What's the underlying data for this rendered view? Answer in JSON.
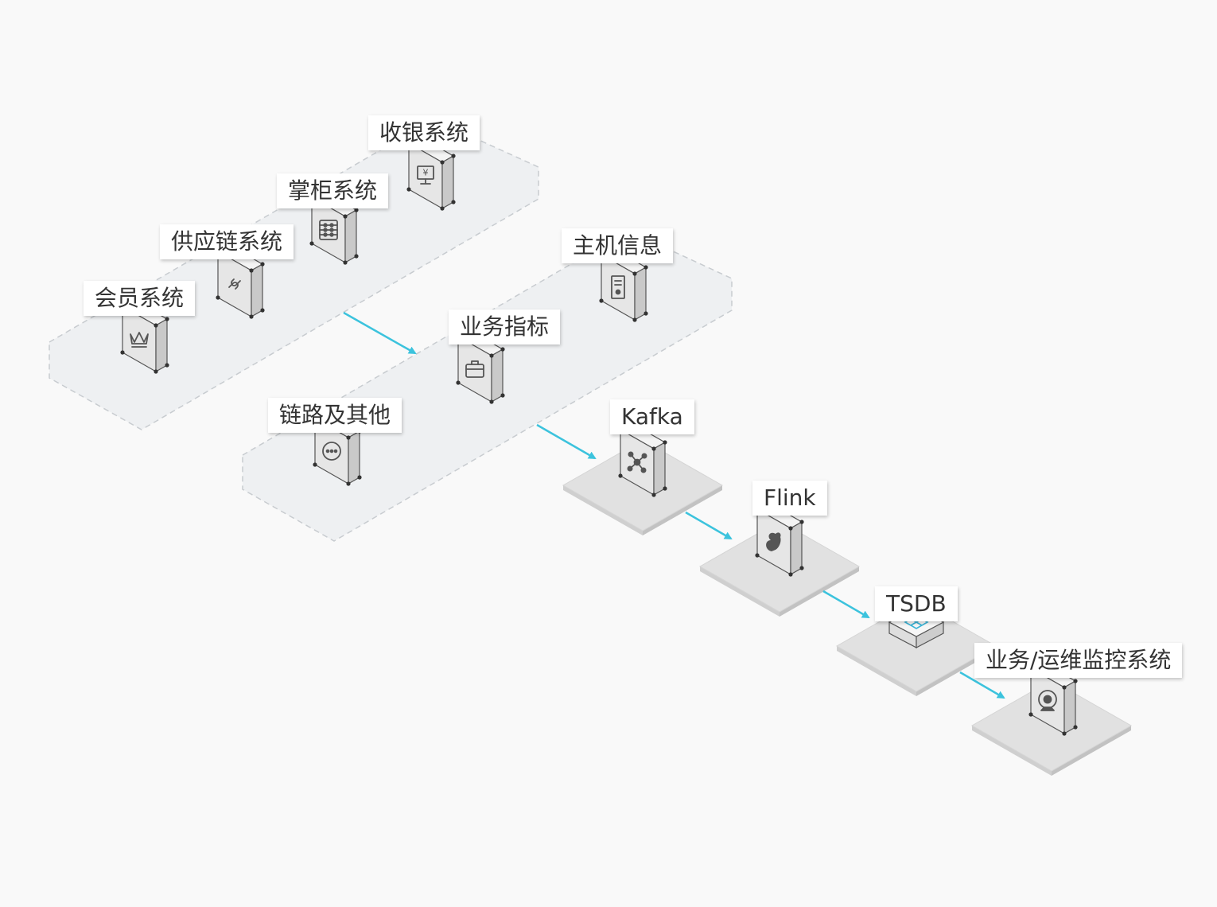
{
  "colors": {
    "background": "#f9f9f9",
    "zone_fill": "#eef0f2",
    "zone_border": "#c8ccd0",
    "platform_top": "#e1e1e1",
    "server_front": "#e6e6e6",
    "server_side": "#c9c9c9",
    "server_top": "#f4f4f4",
    "arrow": "#3cc3dd",
    "icon": "#555555",
    "tsdb_icon": "#39b3d6"
  },
  "zones": [
    {
      "id": "source-systems-zone"
    },
    {
      "id": "data-categories-zone"
    }
  ],
  "nodes": [
    {
      "id": "cash-register",
      "label": "收银系统",
      "icon": "cash-register-icon"
    },
    {
      "id": "shopkeeper",
      "label": "掌柜系统",
      "icon": "abacus-icon"
    },
    {
      "id": "supply-chain",
      "label": "供应链系统",
      "icon": "link-icon"
    },
    {
      "id": "membership",
      "label": "会员系统",
      "icon": "crown-icon"
    },
    {
      "id": "host-info",
      "label": "主机信息",
      "icon": "host-server-icon"
    },
    {
      "id": "business-metrics",
      "label": "业务指标",
      "icon": "briefcase-icon"
    },
    {
      "id": "trace-and-others",
      "label": "链路及其他",
      "icon": "more-dots-icon"
    },
    {
      "id": "kafka",
      "label": "Kafka",
      "icon": "kafka-icon"
    },
    {
      "id": "flink",
      "label": "Flink",
      "icon": "flink-squirrel-icon"
    },
    {
      "id": "tsdb",
      "label": "TSDB",
      "icon": "tsdb-icon"
    },
    {
      "id": "monitoring",
      "label": "业务/运维监控系统",
      "icon": "webcam-icon"
    }
  ]
}
